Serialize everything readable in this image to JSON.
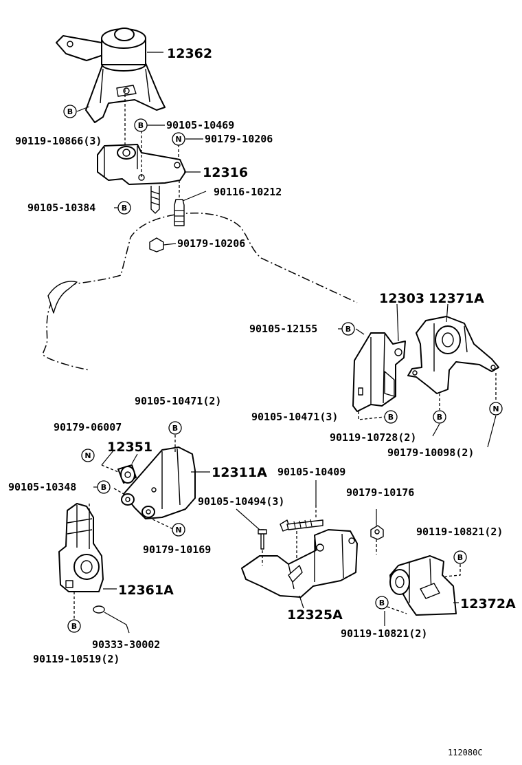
{
  "diagram": {
    "reference_code": "112080C",
    "markers": {
      "bolt": "B",
      "nut": "N"
    },
    "labels": {
      "p12362": "12362",
      "p90119_10866": "90119-10866(3)",
      "p90105_10469": "90105-10469",
      "p90179_10206a": "90179-10206",
      "p12316": "12316",
      "p90116_10212": "90116-10212",
      "p90105_10384": "90105-10384",
      "p90179_10206b": "90179-10206",
      "p12303": "12303",
      "p12371A": "12371A",
      "p90105_12155": "90105-12155",
      "p90105_10471_3": "90105-10471(3)",
      "p90119_10728": "90119-10728(2)",
      "p90179_10098": "90179-10098(2)",
      "p90105_10471_2": "90105-10471(2)",
      "p90179_06007": "90179-06007",
      "p12351": "12351",
      "p12311A": "12311A",
      "p90105_10348": "90105-10348",
      "p90105_10409": "90105-10409",
      "p90105_10494": "90105-10494(3)",
      "p90179_10176": "90179-10176",
      "p90119_10821a": "90119-10821(2)",
      "p90179_10169": "90179-10169",
      "p12361A": "12361A",
      "p12325A": "12325A",
      "p12372A": "12372A",
      "p90119_10821b": "90119-10821(2)",
      "p90333_30002": "90333-30002",
      "p90119_10519": "90119-10519(2)"
    }
  }
}
